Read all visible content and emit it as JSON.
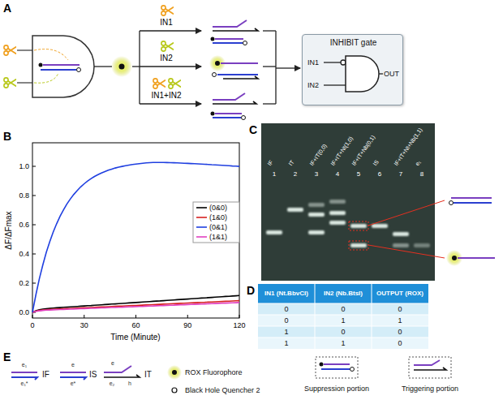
{
  "diagram": {
    "nodes": [
      {
        "text": [
          "INHIBIT gate",
          "IN1",
          "IN2",
          "OUT"
        ]
      },
      {
        "text": [
          "Suppression portion"
        ]
      },
      {
        "text": [
          "Triggering portion"
        ]
      }
    ],
    "labels": [
      "A",
      "IN1",
      "IN2",
      "IN1+IN2",
      "B",
      "0.0",
      "0.2",
      "0.4",
      "0.6",
      "0.8",
      "1.0",
      "0",
      "30",
      "60",
      "90",
      "120",
      "Time (Minute)",
      "ΔF/ΔFmax",
      "C",
      "IF",
      "IT",
      "IF+IT(0,0)",
      "IF+IT+Nt(1,0)",
      "IF+IT+Nb(0,1)",
      "IS",
      "IF+IT+Nt+Nb(1,1)",
      "e₁",
      "1",
      "2",
      "3",
      "4",
      "5",
      "6",
      "7",
      "8",
      "D",
      "IN1 (Nt.BbvCI)",
      "IN2 (Nb.BtsI)",
      "OUTPUT (ROX)",
      "0",
      "0",
      "0",
      "0",
      "1",
      "1",
      "1",
      "0",
      "0",
      "1",
      "1",
      "0",
      "E",
      "e₁",
      "e₁*",
      "e",
      "e*",
      "e",
      "e₂",
      "h"
    ],
    "legend": [
      {
        "text": "(0&0)"
      },
      {
        "text": "(1&0)"
      },
      {
        "text": "(0&1)"
      },
      {
        "text": "(1&1)"
      },
      {
        "text": "IF"
      },
      {
        "text": "IS"
      },
      {
        "text": "IT"
      },
      {
        "text": "ROX Fluorophore"
      },
      {
        "text": "Black Hole Quencher 2"
      }
    ]
  }
}
